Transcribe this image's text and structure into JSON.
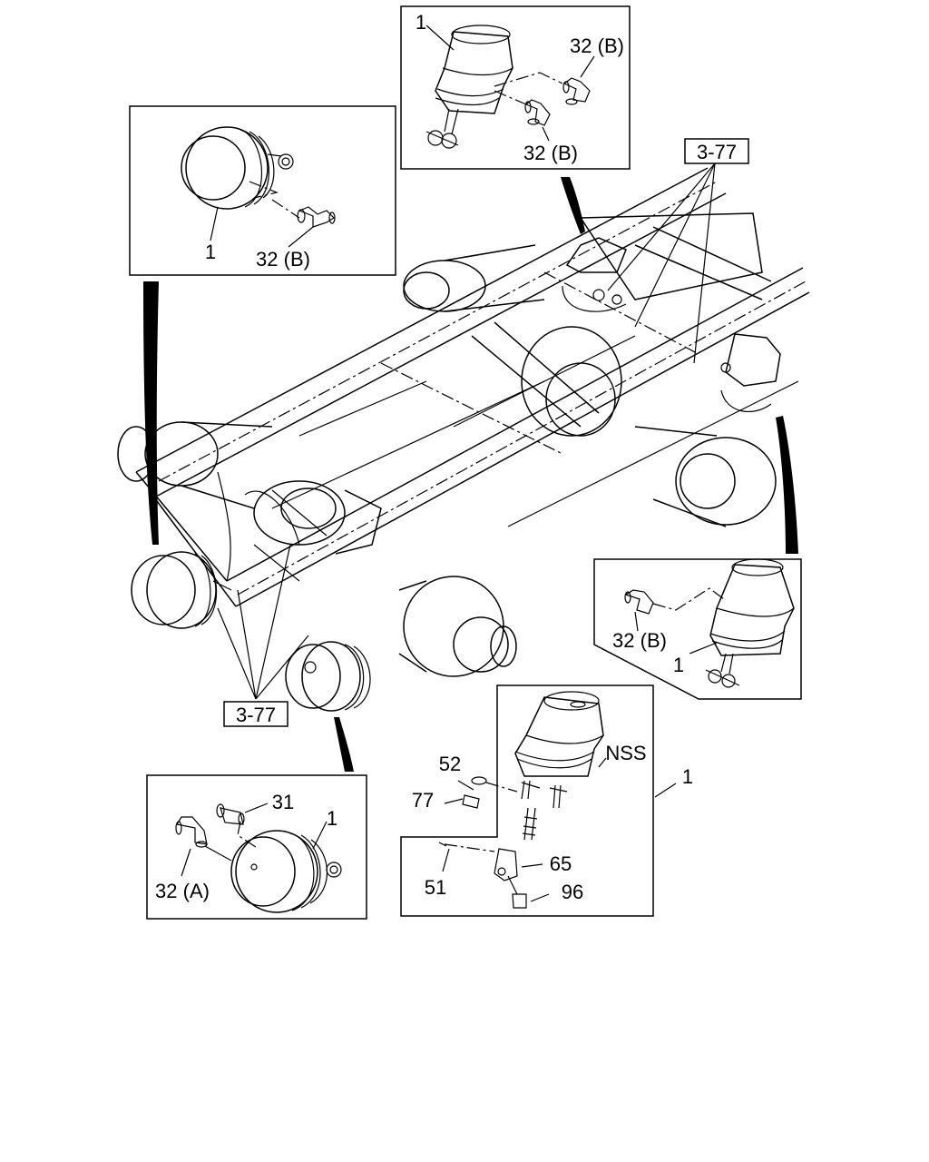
{
  "diagram": {
    "callouts": {
      "top_left_item": "1",
      "top_left_part": "32 (B)",
      "top_center_item": "1",
      "top_center_part_a": "32 (B)",
      "top_center_part_b": "32 (B)",
      "right_part": "32 (B)",
      "right_item": "1",
      "bottom_left_part_31": "31",
      "bottom_left_item": "1",
      "bottom_left_part_32a": "32 (A)",
      "bottom_center_52": "52",
      "bottom_center_77": "77",
      "bottom_center_nss": "NSS",
      "bottom_center_1": "1",
      "bottom_center_65": "65",
      "bottom_center_51": "51",
      "bottom_center_96": "96"
    },
    "references": {
      "upper_ref": "3-77",
      "lower_ref": "3-77"
    }
  }
}
